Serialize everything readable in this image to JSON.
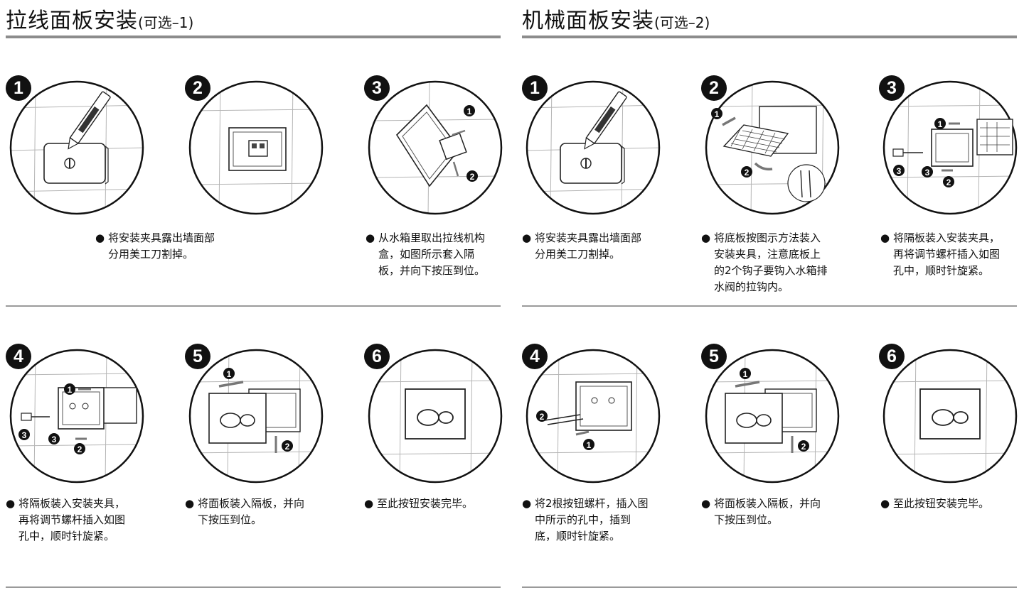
{
  "sections": [
    {
      "title": "拉线面板安装",
      "subtitle": "(可选–1)",
      "steps": [
        {
          "number": "1",
          "illustration": "cutter-knife-cut-clip-icon"
        },
        {
          "number": "2",
          "illustration": "wall-frame-box-icon"
        },
        {
          "number": "3",
          "illustration": "insert-cable-box-icon"
        },
        {
          "number": "4",
          "illustration": "partition-screw-install-icon"
        },
        {
          "number": "5",
          "illustration": "panel-push-in-icon"
        },
        {
          "number": "6",
          "illustration": "finished-button-panel-icon"
        }
      ],
      "captions": [
        {
          "bullet": "●",
          "text": "将安装夹具露出墙面部分用美工刀割掉。"
        },
        {
          "bullet": "●",
          "text": "从水箱里取出拉线机构盒，如图所示套入隔板，并向下按压到位。"
        },
        {
          "bullet": "●",
          "text": "将隔板装入安装夹具，再将调节螺杆插入如图孔中，顺时针旋紧。"
        },
        {
          "bullet": "●",
          "text": "将面板装入隔板，并向下按压到位。"
        },
        {
          "bullet": "●",
          "text": "至此按钮安装完毕。"
        }
      ]
    },
    {
      "title": "机械面板安装",
      "subtitle": "(可选–2)",
      "steps": [
        {
          "number": "1",
          "illustration": "cutter-knife-cut-clip-icon"
        },
        {
          "number": "2",
          "illustration": "base-plate-hook-install-icon"
        },
        {
          "number": "3",
          "illustration": "partition-screw-install-icon"
        },
        {
          "number": "4",
          "illustration": "button-screw-insert-icon"
        },
        {
          "number": "5",
          "illustration": "panel-push-in-icon"
        },
        {
          "number": "6",
          "illustration": "finished-button-panel-icon"
        }
      ],
      "captions": [
        {
          "bullet": "●",
          "text": "将安装夹具露出墙面部分用美工刀割掉。"
        },
        {
          "bullet": "●",
          "text": "将底板按图示方法装入安装夹具，注意底板上的2个钩子要钩入水箱排水阀的拉钩内。"
        },
        {
          "bullet": "●",
          "text": "将隔板装入安装夹具，再将调节螺杆插入如图孔中，顺时针旋紧。"
        },
        {
          "bullet": "●",
          "text": "将2根按钮螺杆，插入图中所示的孔中，插到底，顺时针旋紧。"
        },
        {
          "bullet": "●",
          "text": "将面板装入隔板，并向下按压到位。"
        },
        {
          "bullet": "●",
          "text": "至此按钮安装完毕。"
        }
      ]
    }
  ],
  "callouts": {
    "one": "1",
    "two": "2",
    "three": "3"
  },
  "colors": {
    "rule": "#8c8c8c",
    "ink": "#111111",
    "arrow": "#777777"
  }
}
